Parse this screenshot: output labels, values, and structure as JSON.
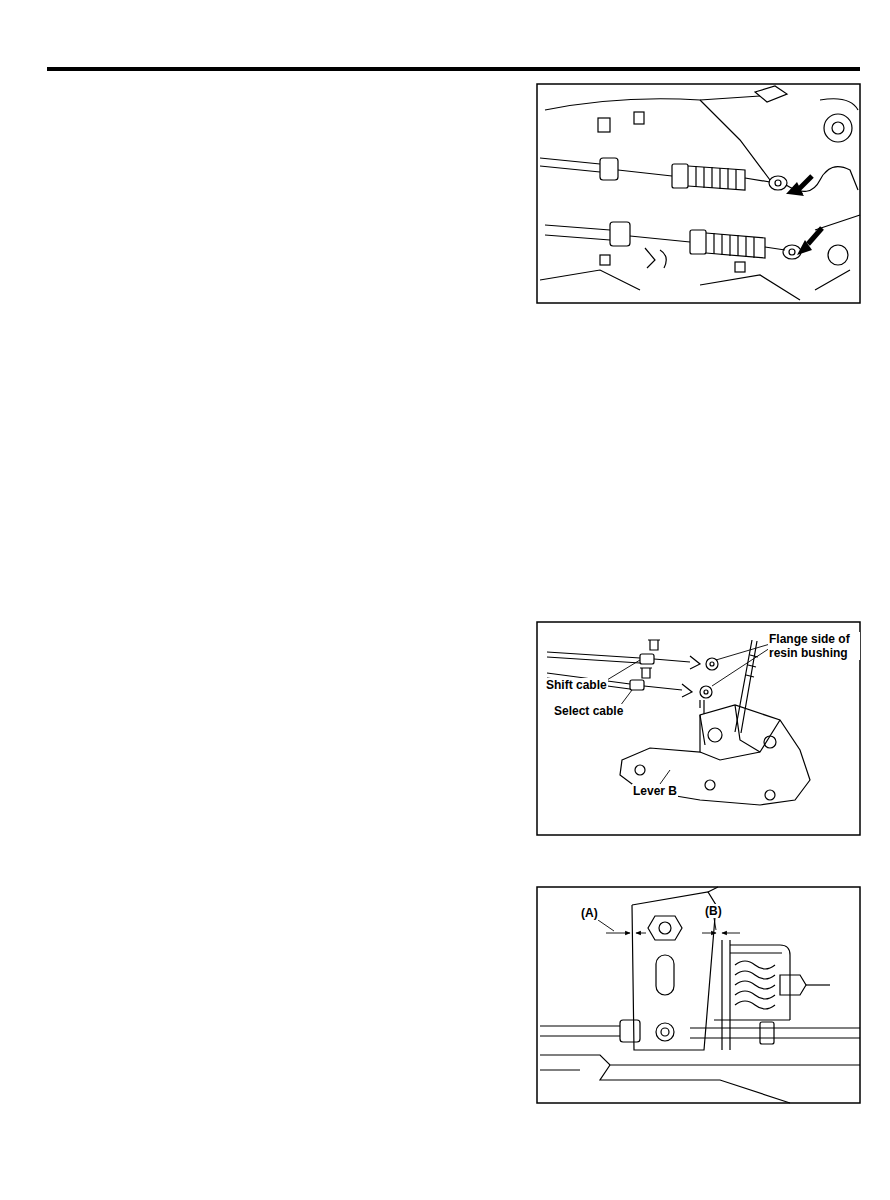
{
  "diagram": {
    "labels": [
      "Flange side of resin bushing",
      "Shift cable",
      "Select cable",
      "Lever B",
      "(A)",
      "(B)"
    ]
  }
}
